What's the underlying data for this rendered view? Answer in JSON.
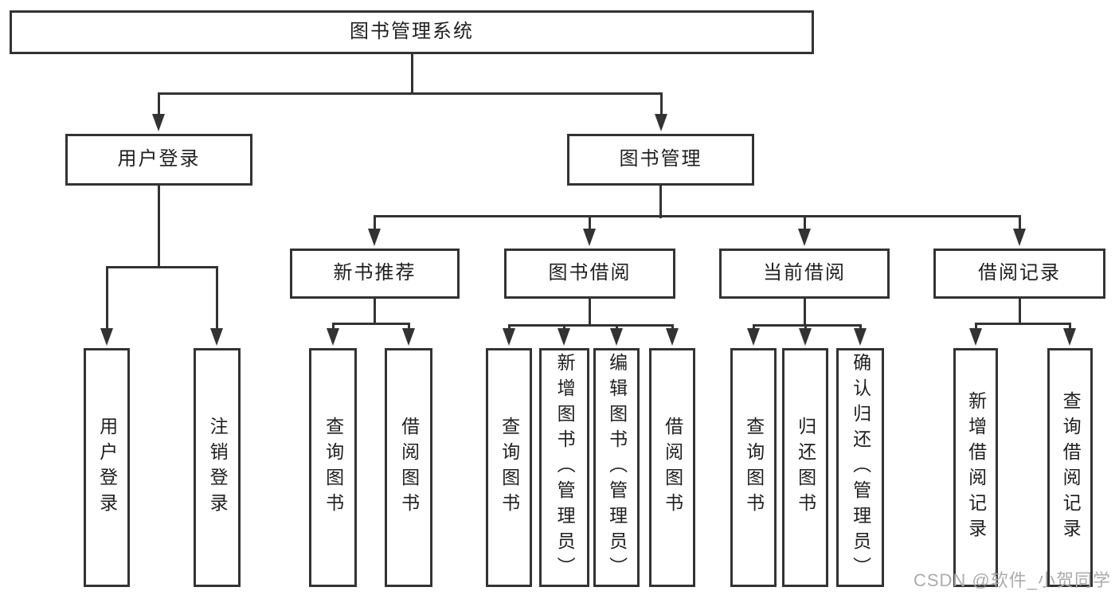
{
  "nodes": {
    "root": "图书管理系统",
    "user_login": "用户登录",
    "book_management": "图书管理",
    "new_book_recommend": "新书推荐",
    "book_borrow": "图书借阅",
    "current_borrow": "当前借阅",
    "borrow_records": "借阅记录",
    "leaf_user_login": "用户登录",
    "leaf_logout": "注销登录",
    "leaf_query_book_a": "查询图书",
    "leaf_borrow_book_a": "借阅图书",
    "leaf_query_book_b": "查询图书",
    "leaf_add_book_admin": "新增图书（管理员）",
    "leaf_edit_book_admin": "编辑图书（管理员）",
    "leaf_borrow_book_b": "借阅图书",
    "leaf_query_book_c": "查询图书",
    "leaf_return_book": "归还图书",
    "leaf_confirm_return_admin": "确认归还（管理员）",
    "leaf_add_borrow_record": "新增借阅记录",
    "leaf_query_borrow_record": "查询借阅记录"
  },
  "watermark": "CSDN @软件_小贺同学",
  "colors": {
    "line": "#333333",
    "text": "#1f1f1f",
    "watermark": "#ababab",
    "background": "#ffffff"
  }
}
